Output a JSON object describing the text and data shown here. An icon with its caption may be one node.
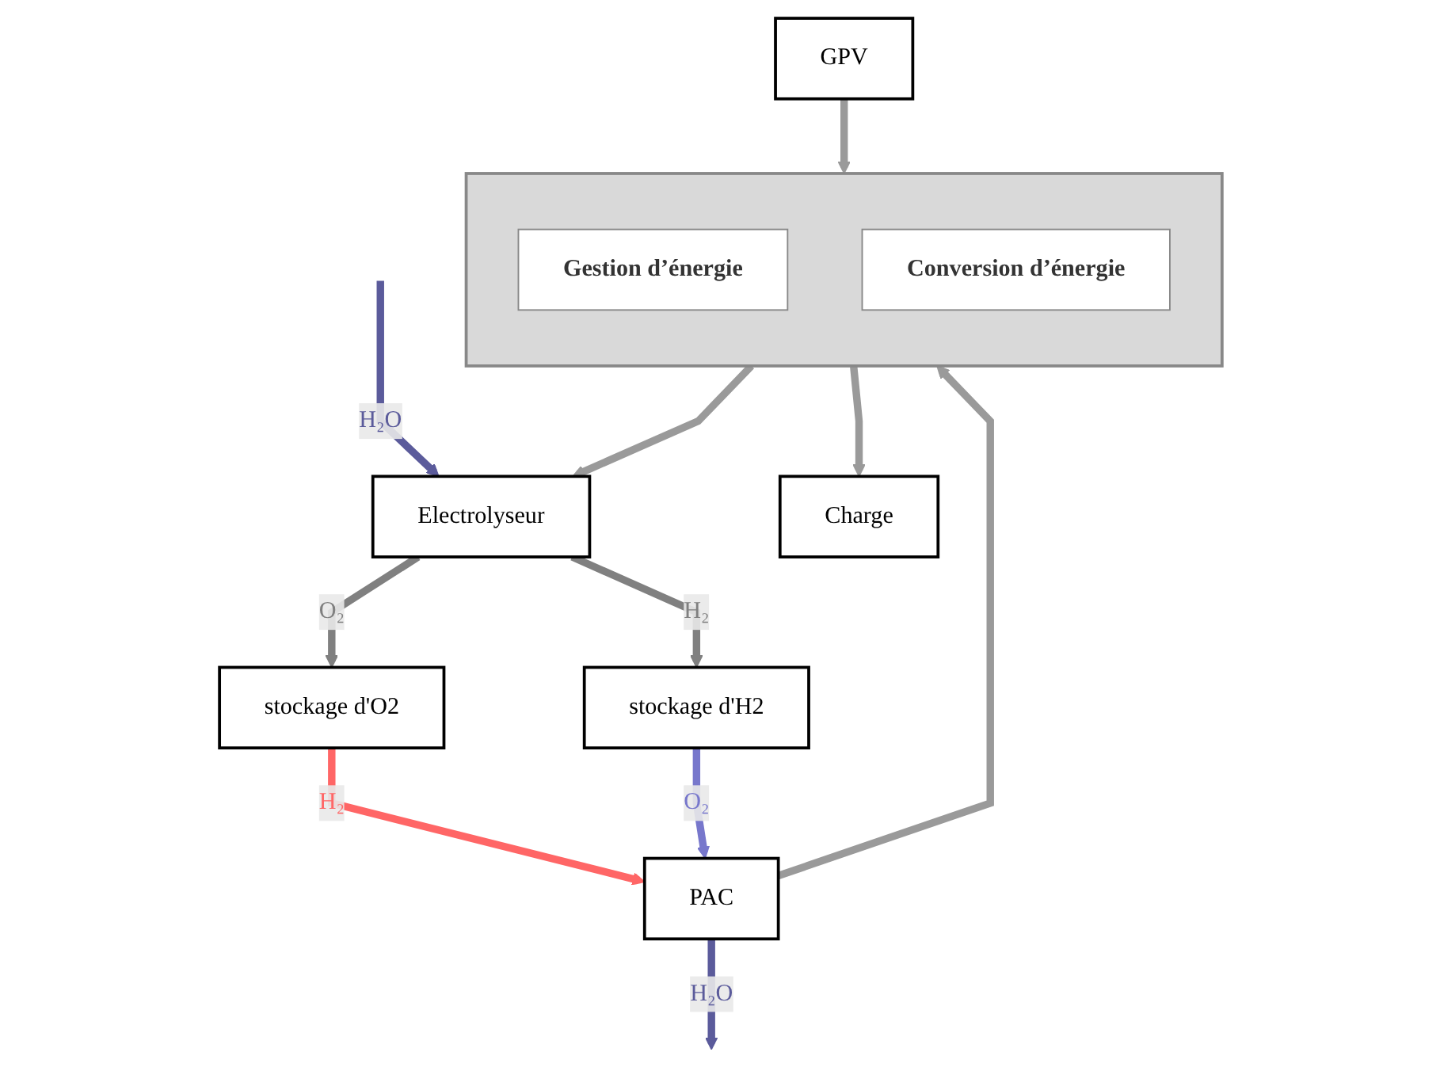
{
  "diagram": {
    "nodes": [
      {
        "text": [
          "GPV"
        ]
      },
      {
        "text": [
          "Electrolyseur"
        ]
      },
      {
        "text": [
          "stockage d'O2"
        ]
      },
      {
        "text": [
          "stockage d'H2"
        ]
      },
      {
        "text": [
          "PAC"
        ]
      },
      {
        "text": [],
        "shape": "box"
      },
      {
        "text": [
          "Gestion d’énergie"
        ],
        "in": 5
      },
      {
        "text": [
          "Conversion d’énergie"
        ],
        "in": 5
      },
      {
        "text": [
          "Charge"
        ]
      }
    ],
    "edges": [
      {
        "from": null,
        "to": 1,
        "arrow": "to",
        "label": "H₂O",
        "color": "#5b5b9b"
      },
      {
        "from": 1,
        "to": 2,
        "arrow": "to",
        "label": "O₂",
        "color": "#808080"
      },
      {
        "from": 1,
        "to": 3,
        "arrow": "to",
        "label": "H₂",
        "color": "#808080"
      },
      {
        "from": 2,
        "to": 4,
        "arrow": "to",
        "label": "H₂",
        "color": "#ff6666"
      },
      {
        "from": 3,
        "to": 4,
        "arrow": "to",
        "label": "O₂",
        "color": "#7777cc"
      },
      {
        "from": 4,
        "to": null,
        "arrow": "to",
        "label": "H₂O",
        "color": "#5b5b9b"
      },
      {
        "from": 0,
        "to": 5,
        "arrow": "to"
      },
      {
        "from": 4,
        "to": 5,
        "arrow": "to"
      },
      {
        "from": 5,
        "to": 1,
        "arrow": "to"
      },
      {
        "from": 5,
        "to": 8,
        "arrow": "to"
      }
    ]
  }
}
